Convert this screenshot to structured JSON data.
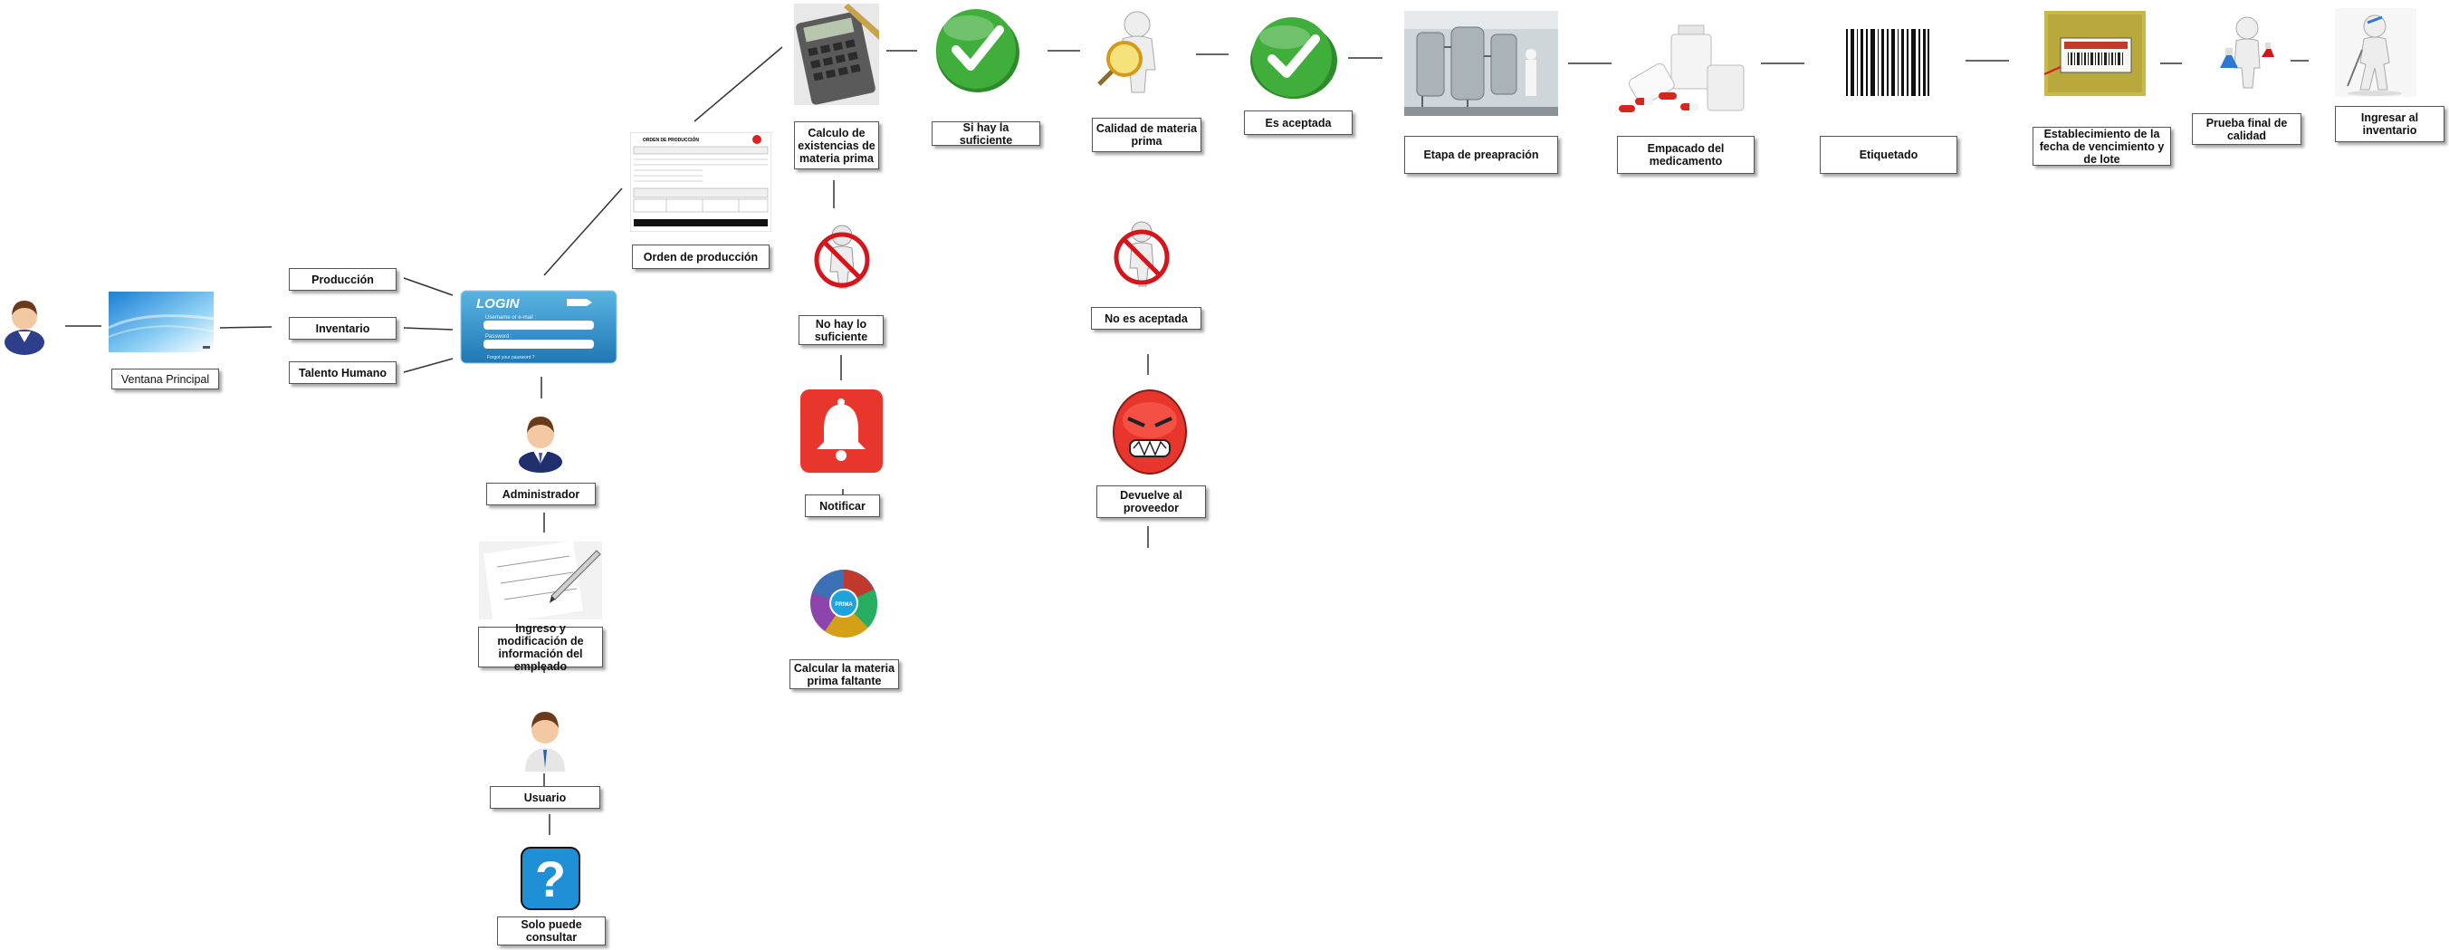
{
  "nodes": {
    "ventana_principal": "Ventana Principal",
    "produccion": "Producción",
    "inventario": "Inventario",
    "talento_humano": "Talento Humano",
    "administrador": "Administrador",
    "ingreso_modificacion": "Ingreso y modificación de información del empleado",
    "usuario": "Usuario",
    "solo_consultar": "Solo puede consultar",
    "orden_produccion": "Orden de producción",
    "calculo_existencias": "Calculo de existencias de materia prima",
    "no_hay_suficiente": "No hay lo suficiente",
    "notificar": "Notificar",
    "calcular_faltante": "Calcular la materia prima faltante",
    "si_hay_suficiente": "Si hay la suficiente",
    "calidad_materia": "Calidad de materia prima",
    "no_aceptada": "No es aceptada",
    "devuelve_proveedor": "Devuelve al proveedor",
    "es_aceptada": "Es aceptada",
    "etapa_preparacion": "Etapa de preapración",
    "empacado": "Empacado del medicamento",
    "etiquetado": "Etiquetado",
    "fecha_vencimiento": "Establecimiento de la fecha de vencimiento y de lote",
    "prueba_final": "Prueba final de calidad",
    "ingresar_inventario": "Ingresar al inventario"
  },
  "login_screen": {
    "title": "LOGIN",
    "username_label": "Username or e-mail :",
    "password_label": "Password :",
    "forgot_text": "Forgot your password ?"
  },
  "order_form": {
    "title": "ORDEN DE PRODUCCIÓN"
  },
  "search_badge": "PRIMA",
  "icons": {
    "person": "person-icon",
    "check": "check-icon",
    "prohibited": "prohibited-person-icon",
    "bell": "bell-icon",
    "angry": "angry-face-icon",
    "question": "question-mark-icon",
    "barcode": "barcode-icon"
  },
  "colors": {
    "check_green": "#3fae3a",
    "bell_red": "#e8362d",
    "login_blue": "#2f8fc8",
    "prohibit_red": "#d4161c",
    "question_blue": "#1f8fd6"
  }
}
